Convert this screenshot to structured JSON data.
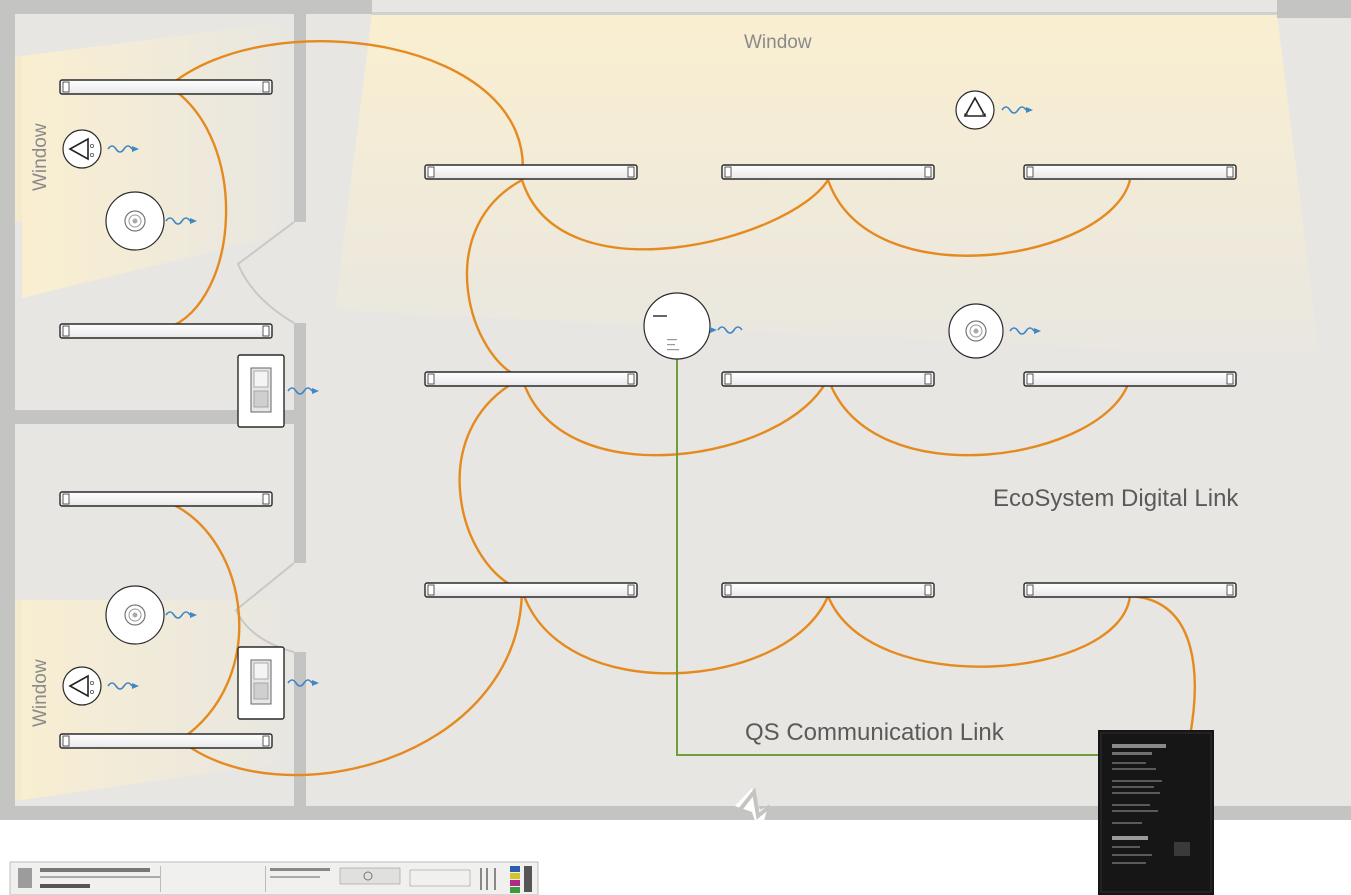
{
  "labels": {
    "window_top": "Window",
    "window_left_upper": "Window",
    "window_left_lower": "Window",
    "digital_link": "EcoSystem Digital Link",
    "qs_link": "QS Communication Link"
  },
  "colors": {
    "floor": "#e7e6e2",
    "wall": "#c4c4c2",
    "daylight": "#fbefcf",
    "digital_link": "#e58a1f",
    "qs_link": "#6e9e3a",
    "wireless_signal": "#3f86c2",
    "controller_panel": "#161616"
  },
  "devices": {
    "fixture": "fluorescent-ballast-fixture",
    "occupancy_sensor": "ceiling-occupancy-sensor",
    "daylight_sensor": "daylight-sensor",
    "wall_control": "wall-control-keypad",
    "hub": "wireless-hub",
    "panel": "energy-saver-node-panel",
    "ballast": "ecosystem-ballast"
  }
}
